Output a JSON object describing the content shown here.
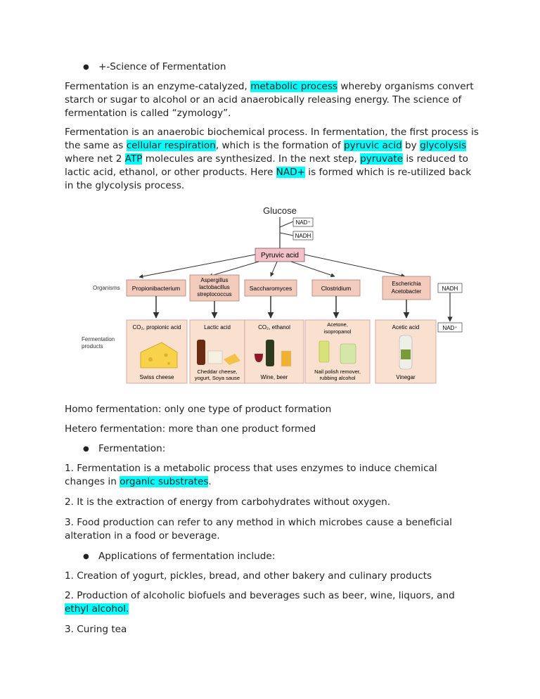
{
  "bullet_1": "+-Science of Fermentation",
  "p1": {
    "a": "Fermentation is an enzyme-catalyzed, ",
    "hl1": "metabolic process",
    "b": " whereby organisms convert starch or sugar to alcohol or an acid anaerobically releasing energy. The science of fermentation is called “zymology”."
  },
  "p2": {
    "a": "Fermentation is an anaerobic biochemical process. In fermentation, the first process is the same as ",
    "hl1": "cellular respiration",
    "b": ", which is the formation of ",
    "hl2": "pyruvic acid",
    "c": " by ",
    "hl3": "glycolysis",
    "d": " where net 2 ",
    "hl4": "ATP",
    "e": " molecules are synthesized. In the next step, ",
    "hl5": "pyruvate",
    "f": " is reduced to lactic acid, ethanol, or other products. Here ",
    "hl6": "NAD+",
    "g": " is formed which is re-utilized back in the glycolysis process."
  },
  "diagram": {
    "glucose": "Glucose",
    "nad_plus": "NAD⁺",
    "nadh": "NADH",
    "pyruvic": "Pyruvic acid",
    "organisms_label": "Organisms",
    "products_label_1": "Fermentation",
    "products_label_2": "products",
    "org1": "Propionibacterium",
    "org2_1": "Aspergillus",
    "org2_2": "lactobacillus",
    "org2_3": "streptococcus",
    "org3": "Saccharomyces",
    "org4": "Clostridium",
    "org5_1": "Escherichia",
    "org5_2": "Acetobacter",
    "prod1": "CO₂, propionic acid",
    "prod2": "Lactic acid",
    "prod3": "CO₂, ethanol",
    "prod4_1": "Acetone,",
    "prod4_2": "isopropanol",
    "prod5": "Acetic acid",
    "food1": "Swiss cheese",
    "food2_1": "Cheddar cheese,",
    "food2_2": "yogurt, Soya sause",
    "food3": "Wine, beer",
    "food4_1": "Nail polish remover,",
    "food4_2": "rubbing alcohol",
    "food5": "Vinegar"
  },
  "homo": "Homo fermentation: only one type of product formation",
  "hetero": "Hetero fermentation: more than one product formed",
  "bullet_2": "Fermentation:",
  "f1": {
    "a": "1. Fermentation is a metabolic process that uses enzymes to induce chemical changes in ",
    "hl": "organic substrates",
    "b": "."
  },
  "f2": "2. It is the extraction of energy from carbohydrates without oxygen.",
  "f3": "3. Food production can refer to any method in which microbes cause a beneficial alteration in a food or beverage.",
  "bullet_3": "Applications of fermentation include:",
  "a1": "1. Creation of yogurt, pickles, bread, and other bakery and culinary products",
  "a2": {
    "a": "2. Production of alcoholic biofuels and beverages such as beer, wine, liquors, and ",
    "hl": "ethyl alcohol."
  },
  "a3": "3. Curing tea",
  "colors": {
    "highlight": "#00ffff",
    "org_box": "#f3cbbd",
    "product_panel": "#fae0cf",
    "pyruvic_box": "#f2c2c8"
  }
}
